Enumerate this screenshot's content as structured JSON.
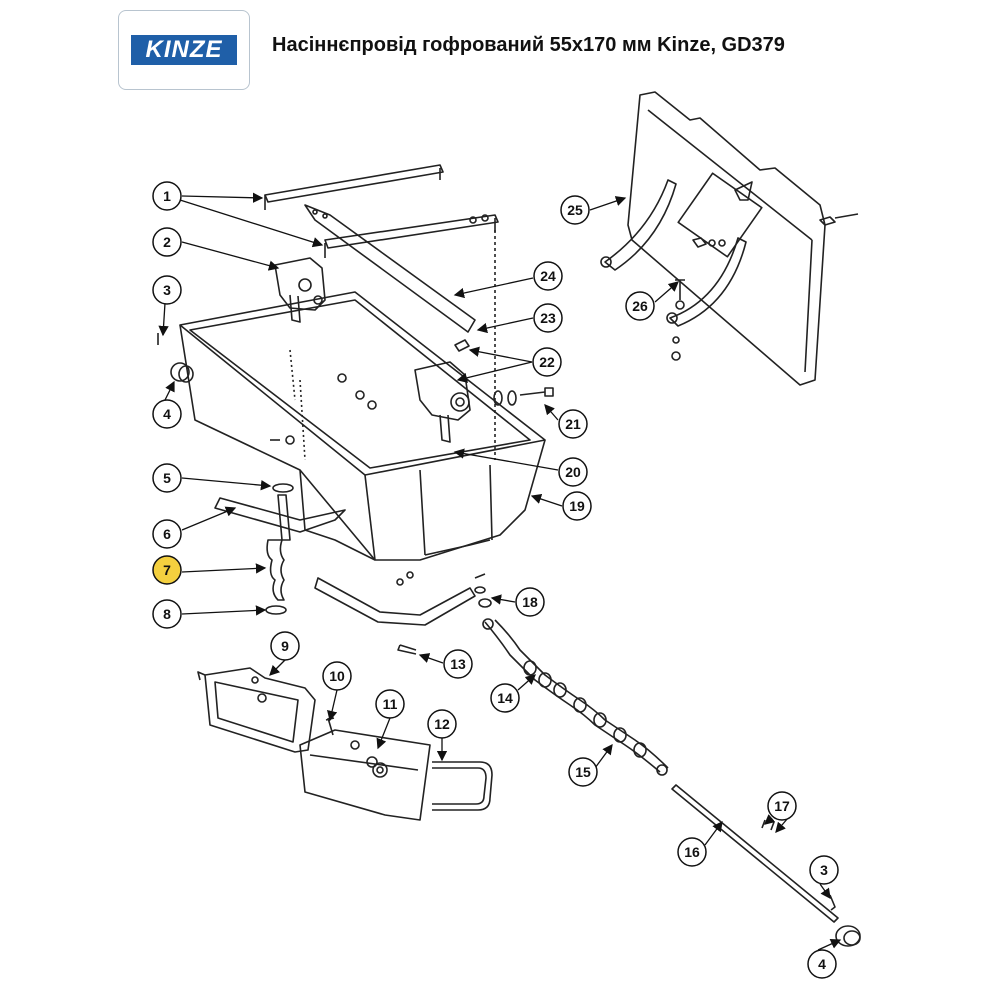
{
  "header": {
    "logo_text": "KINZE",
    "title": "Насіннєпровід гофрований 55x170 мм Kinze, GD379"
  },
  "colors": {
    "highlight": "#f4d03f",
    "logo_blue": "#1f5fa8"
  },
  "diagram": {
    "highlighted_part": "7",
    "callouts": [
      "1",
      "2",
      "3",
      "4",
      "5",
      "6",
      "7",
      "8",
      "9",
      "10",
      "11",
      "12",
      "13",
      "14",
      "15",
      "16",
      "17",
      "18",
      "19",
      "20",
      "21",
      "22",
      "23",
      "24",
      "25",
      "26",
      "3",
      "4"
    ]
  }
}
